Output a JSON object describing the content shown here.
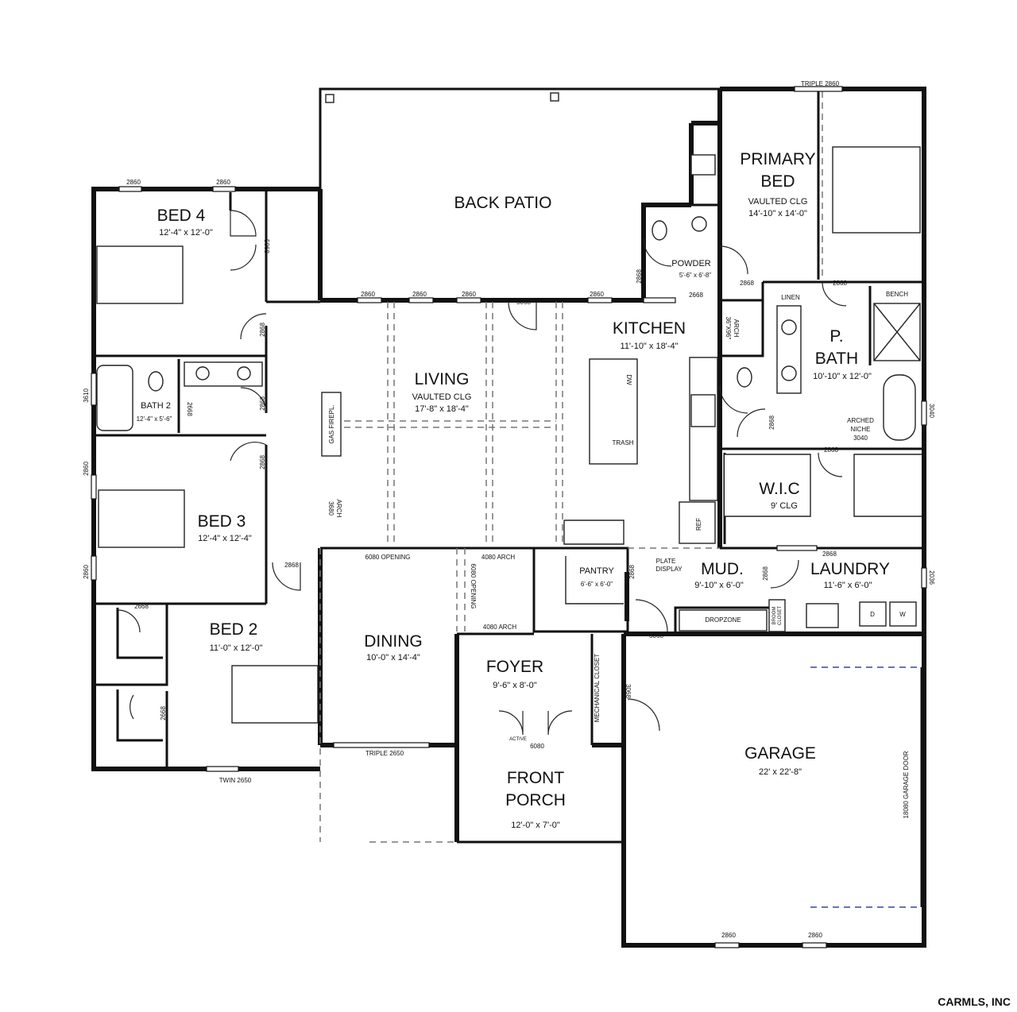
{
  "rooms": {
    "back_patio": {
      "name": "BACK PATIO"
    },
    "bed4": {
      "name": "BED 4",
      "dims": "12'-4\" x 12'-0\""
    },
    "bath2": {
      "name": "BATH 2",
      "dims": "12'-4\" x 5'-6\""
    },
    "bed3": {
      "name": "BED 3",
      "dims": "12'-4\" x 12'-4\""
    },
    "bed2": {
      "name": "BED 2",
      "dims": "11'-0\" x 12'-0\""
    },
    "living": {
      "name": "LIVING",
      "note": "VAULTED CLG",
      "dims": "17'-8\" x 18'-4\""
    },
    "kitchen": {
      "name": "KITCHEN",
      "dims": "11'-10\" x 18'-4\""
    },
    "powder": {
      "name": "POWDER",
      "dims": "5'-6\" x 6'-8\""
    },
    "primary_bed": {
      "name_line1": "PRIMARY",
      "name_line2": "BED",
      "note": "VAULTED CLG",
      "dims": "14'-10\" x 14'-0\""
    },
    "p_bath": {
      "name_line1": "P.",
      "name_line2": "BATH",
      "dims": "10'-10\" x 12'-0\""
    },
    "wic": {
      "name": "W.I.C",
      "note": "9' CLG"
    },
    "mud": {
      "name": "MUD.",
      "dims": "9'-10\" x 6'-0\""
    },
    "laundry": {
      "name": "LAUNDRY",
      "dims": "11'-6\" x 6'-0\""
    },
    "pantry": {
      "name": "PANTRY",
      "dims": "6'-6\" x 6'-0\""
    },
    "dining": {
      "name": "DINING",
      "dims": "10'-0\" x 14'-4\""
    },
    "foyer": {
      "name": "FOYER",
      "dims": "9'-6\" x 8'-0\""
    },
    "front_porch": {
      "name_line1": "FRONT",
      "name_line2": "PORCH",
      "dims": "12'-0\" x 7'-0\""
    },
    "garage": {
      "name": "GARAGE",
      "dims": "22' x 22'-8\""
    }
  },
  "fixtures": {
    "gas_fireplace": "GAS FIREPL.",
    "dw": "DW",
    "trash": "TRASH",
    "ref": "REF",
    "linen": "LINEN",
    "bench": "BENCH",
    "arched_niche_1": "ARCHED",
    "arched_niche_2": "NICHE",
    "arched_niche_3": "3040",
    "dropzone": "DROPZONE",
    "broom_closet_1": "BROOM",
    "broom_closet_2": "CLOSET",
    "washer": "W",
    "dryer": "D",
    "plate_display_1": "PLATE",
    "plate_display_2": "DISPLAY",
    "mechanical_closet": "MECHANICAL CLOSET",
    "active": "ACTIVE"
  },
  "labels": {
    "triple_2860": "TRIPLE 2860",
    "w2860": "2860",
    "w5068": "5068",
    "d2868": "2868",
    "d3068": "3068",
    "d2668": "2668",
    "w3610": "3610",
    "w3040": "3040",
    "w2036": "2036",
    "arch_36x96_1": "36\"X96\"",
    "arch_36x96_2": "ARCH",
    "arch_3680_1": "3680",
    "arch_3680_2": "ARCH",
    "opening_6080": "6080 OPENING",
    "arch_4080": "4080 ARCH",
    "d6080": "6080",
    "triple_2650": "TRIPLE 2650",
    "twin_2650": "TWIN 2650",
    "garage_door": "18080 GARAGE DOOR"
  },
  "watermark": "CARMLS, INC",
  "colors": {
    "wall": "#111111",
    "garage_door_dash": "#3344aa",
    "watermark": "#cfcfcf"
  }
}
